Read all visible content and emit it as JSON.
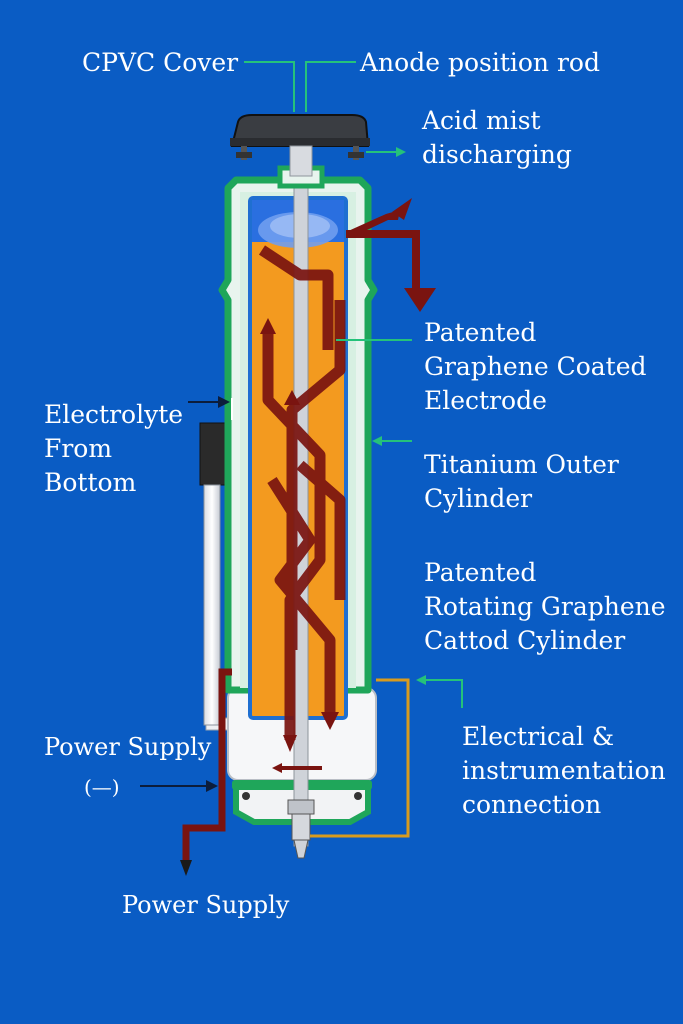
{
  "labels": {
    "cpvc_cover": "CPVC Cover",
    "anode_rod": "Anode position rod",
    "acid_mist": [
      "Acid mist",
      "discharging"
    ],
    "graphene_electrode": [
      "Patented",
      "Graphene Coated",
      "Electrode"
    ],
    "electrolyte": [
      "Electrolyte",
      "From",
      "Bottom"
    ],
    "titanium": [
      "Titanium Outer",
      "Cylinder"
    ],
    "rotating_cathode": [
      "Patented",
      "Rotating Graphene",
      "Cattod Cylinder"
    ],
    "electrical": [
      "Electrical &",
      "instrumentation",
      "connection"
    ],
    "power_neg": "Power Supply",
    "power_neg_sign": "(—)",
    "power_bottom": "Power Supply"
  },
  "colors": {
    "background": "#0a5cc4",
    "outer_shell": "#1fa65a",
    "electrode_fill": "#f39a1f",
    "flow_arrows": "#7a1410",
    "cover": "#3a3a3a",
    "connection_wire": "#d99b1e",
    "leader_green": "#25c27a"
  }
}
